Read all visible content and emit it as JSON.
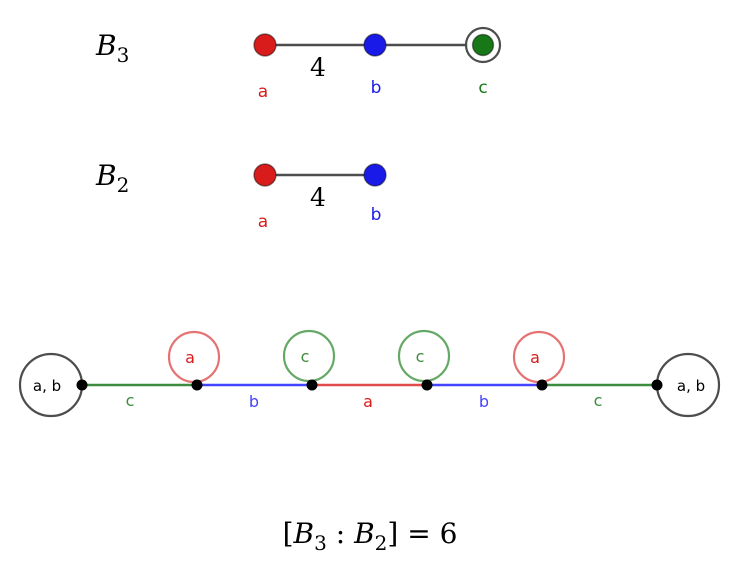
{
  "colors": {
    "red": "#d81b1b",
    "red_edge": "#e04b4b",
    "red_loop": "#e57373",
    "blue": "#1a1ae8",
    "blue_edge": "#4444ff",
    "green": "#187818",
    "green_edge": "#3d8b3d",
    "green_loop": "#66a866",
    "edge": "#4d4d4d",
    "ring": "#4d4d4d",
    "black": "#000000"
  },
  "b3": {
    "name_base": "B",
    "name_sub": "3",
    "edge_label": "4",
    "node_labels": {
      "a": "a",
      "b": "b",
      "c": "c"
    }
  },
  "b2": {
    "name_base": "B",
    "name_sub": "2",
    "edge_label": "4",
    "node_labels": {
      "a": "a",
      "b": "b"
    }
  },
  "coset": {
    "left_loop_label": "a, b",
    "right_loop_label": "a, b",
    "edges": [
      {
        "label": "c"
      },
      {
        "label": "b"
      },
      {
        "label": "a"
      },
      {
        "label": "b"
      },
      {
        "label": "c"
      }
    ],
    "loops": [
      {
        "label": "a"
      },
      {
        "label": "c"
      },
      {
        "label": "c"
      },
      {
        "label": "a"
      }
    ]
  },
  "formula": {
    "open": "[",
    "group1_base": "B",
    "group1_sub": "3",
    "separator": " : ",
    "group2_base": "B",
    "group2_sub": "2",
    "result": "] = 6"
  }
}
